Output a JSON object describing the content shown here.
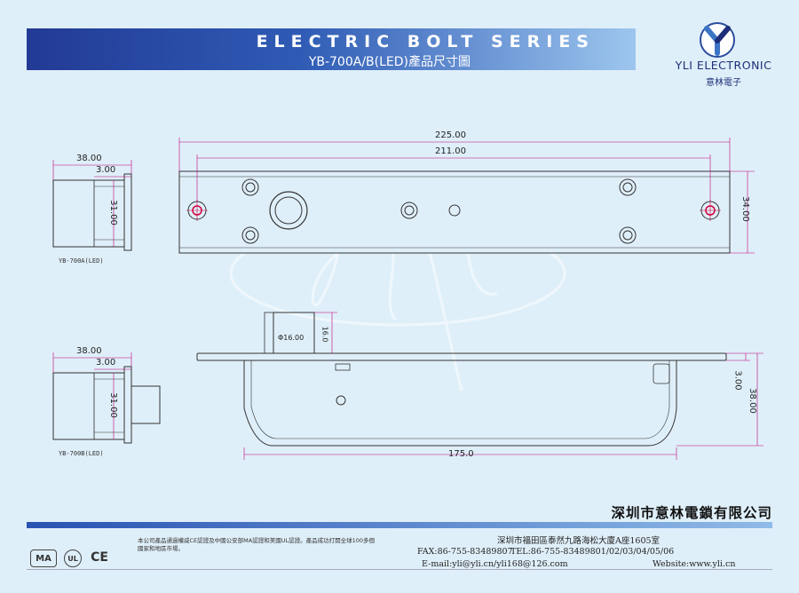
{
  "banner": {
    "title": "ELECTRIC BOLT SERIES",
    "subtitle": "YB-700A/B(LED)產品尺寸圖"
  },
  "logo": {
    "name": "YLI ELECTRONIC",
    "chinese": "意林電子",
    "icon": "yli-y-logo-icon",
    "colors": {
      "primary": "#1d2f78",
      "accent": "#3c75c5"
    }
  },
  "watermark": "yli",
  "views": {
    "top_plate": {
      "overall_length": "225.00",
      "hole_spacing": "211.00",
      "height": "34.00"
    },
    "side_view": {
      "bolt_diameter": "Φ16.00",
      "bolt_projection": "16.0",
      "flange_height": "3.00",
      "total_height": "38.00",
      "body_length": "175.0"
    },
    "model_a": {
      "width": "38.00",
      "flange": "3.00",
      "height": "31.00",
      "caption": "YB-700A(LED)"
    },
    "model_b": {
      "width": "38.00",
      "flange": "3.00",
      "height": "31.00",
      "caption": "YB-700B(LED)"
    }
  },
  "footer": {
    "company": "深圳市意林電鎖有限公司",
    "address": "深圳市福田區泰然九路海松大廈A座1605室",
    "tel": "TEL:86-755-83489801/02/03/04/05/06",
    "fax": "FAX:86-755-83489807",
    "website": "Website:www.yli.cn",
    "email": "E-mail:yli@yli.cn/yli168@126.com",
    "note1": "本公司產品通過權威CE認證及中國公安部MA認證和美國UL認證。產品成功打開全球100多個",
    "note2": "國家和地區市場。",
    "certs": [
      "CE",
      "UL",
      "MA"
    ]
  }
}
